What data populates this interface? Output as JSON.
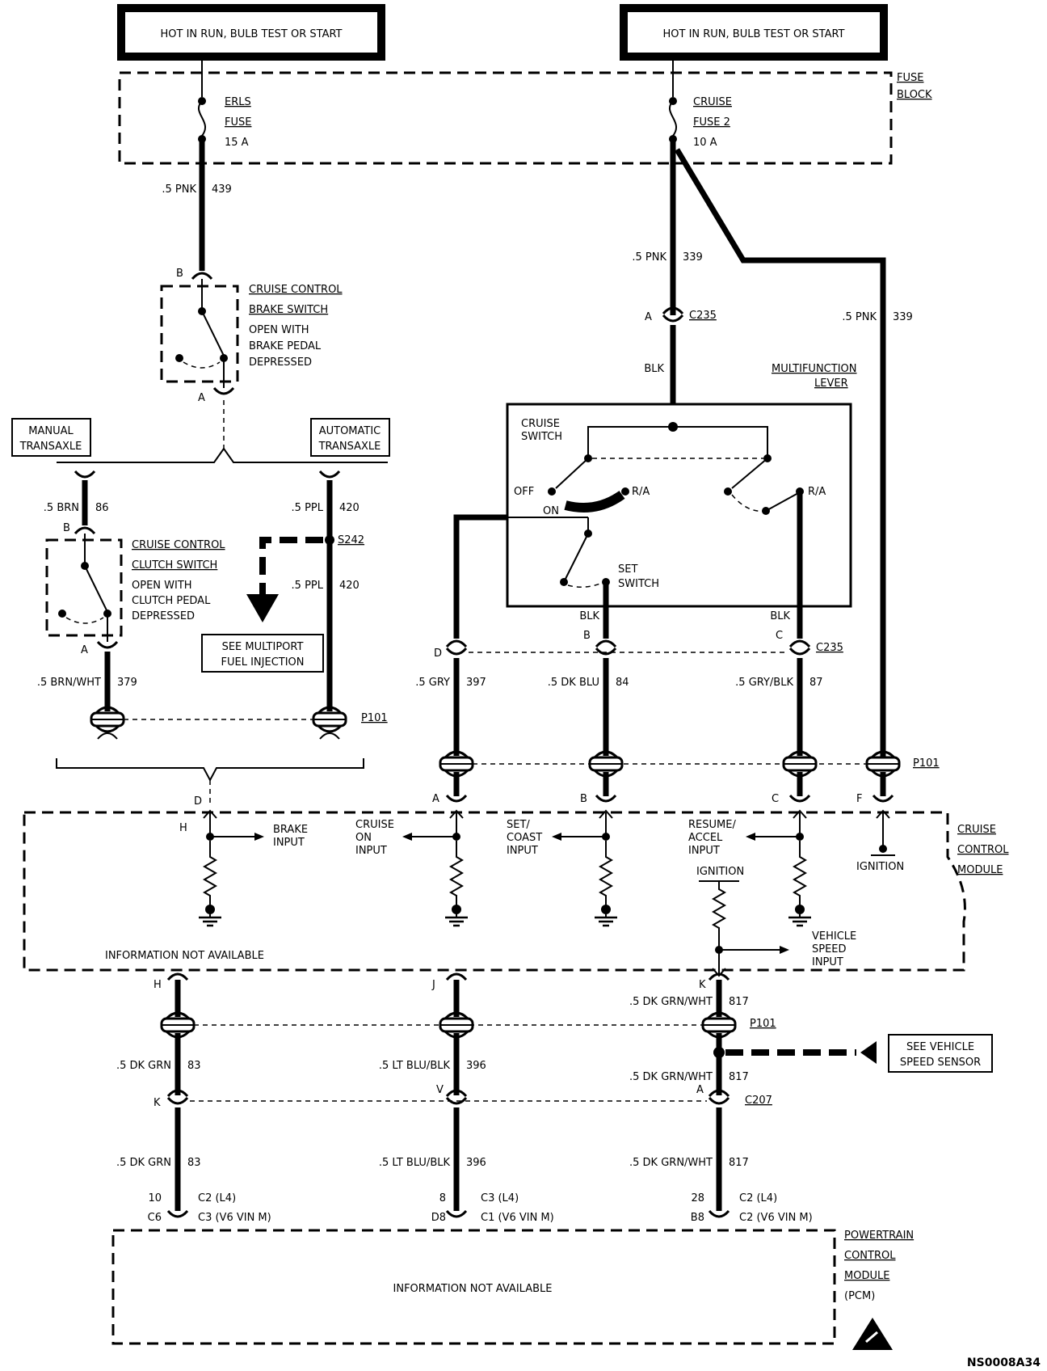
{
  "power": {
    "left_label": "HOT IN RUN, BULB TEST OR START",
    "right_label": "HOT IN RUN, BULB TEST OR START"
  },
  "fuse_block": {
    "label": [
      "FUSE",
      "BLOCK"
    ],
    "erls": [
      "ERLS",
      "FUSE",
      "15 A"
    ],
    "cruise": [
      "CRUISE",
      "FUSE 2",
      "10 A"
    ]
  },
  "wires": {
    "pnk439": [
      ".5 PNK",
      "439"
    ],
    "pnk339a": [
      ".5 PNK",
      "339"
    ],
    "pnk339b": [
      ".5 PNK",
      "339"
    ],
    "blk_top": "BLK",
    "brn86": [
      ".5 BRN",
      "86"
    ],
    "ppl420a": [
      ".5 PPL",
      "420"
    ],
    "ppl420b": [
      ".5 PPL",
      "420"
    ],
    "brnwht379": [
      ".5 BRN/WHT",
      "379"
    ],
    "gry397": [
      ".5 GRY",
      "397"
    ],
    "dkblu84": [
      ".5 DK BLU",
      "84"
    ],
    "gryblk87": [
      ".5 GRY/BLK",
      "87"
    ],
    "blk_b": "BLK",
    "blk_c": "BLK",
    "dkgrn83a": [
      ".5 DK GRN",
      "83"
    ],
    "dkgrn83b": [
      ".5 DK GRN",
      "83"
    ],
    "ltblu396a": [
      ".5 LT BLU/BLK",
      "396"
    ],
    "ltblu396b": [
      ".5 LT BLU/BLK",
      "396"
    ],
    "dkgrnwht817a": [
      ".5 DK GRN/WHT",
      "817"
    ],
    "dkgrnwht817b": [
      ".5 DK GRN/WHT",
      "817"
    ],
    "dkgrnwht817c": [
      ".5 DK GRN/WHT",
      "817"
    ]
  },
  "connectors": {
    "c235": "C235",
    "c235b": "C235",
    "s242": "S242",
    "p101a": "P101",
    "p101b": "P101",
    "p101c": "P101",
    "c207": "C207"
  },
  "pins": {
    "brake_b": "B",
    "brake_a": "A",
    "clutch_b": "B",
    "clutch_a": "A",
    "c235_a": "A",
    "c235_d": "D",
    "c235_b": "B",
    "c235_c": "C",
    "ccm_d": "D",
    "ccm_h": "H",
    "ccm_a": "A",
    "ccm_b": "B",
    "ccm_c": "C",
    "ccm_f": "F",
    "ccm_bottom_h": "H",
    "ccm_bottom_j": "J",
    "ccm_bottom_k": "K",
    "c207_k": "K",
    "c207_v": "V",
    "c207_a": "A"
  },
  "components": {
    "brake_switch": [
      "CRUISE CONTROL",
      "BRAKE SWITCH",
      "OPEN WITH",
      "BRAKE PEDAL",
      "DEPRESSED"
    ],
    "clutch_switch": [
      "CRUISE CONTROL",
      "CLUTCH SWITCH",
      "OPEN WITH",
      "CLUTCH PEDAL",
      "DEPRESSED"
    ],
    "manual": [
      "MANUAL",
      "TRANSAXLE"
    ],
    "automatic": [
      "AUTOMATIC",
      "TRANSAXLE"
    ],
    "see_mpfi": [
      "SEE MULTIPORT",
      "FUEL INJECTION"
    ],
    "multifunction": [
      "MULTIFUNCTION",
      "LEVER"
    ],
    "cruise_switch": [
      "CRUISE",
      "SWITCH"
    ],
    "off": "OFF",
    "on": "ON",
    "ra1": "R/A",
    "ra2": "R/A",
    "set_switch": [
      "SET",
      "SWITCH"
    ]
  },
  "ccm": {
    "label": [
      "CRUISE",
      "CONTROL",
      "MODULE"
    ],
    "brake_input": [
      "BRAKE",
      "INPUT"
    ],
    "cruise_on_input": [
      "CRUISE",
      "ON",
      "INPUT"
    ],
    "set_coast_input": [
      "SET/",
      "COAST",
      "INPUT"
    ],
    "resume_input": [
      "RESUME/",
      "ACCEL",
      "INPUT"
    ],
    "ignition_inner": "IGNITION",
    "ignition_outer": "IGNITION",
    "vss_input": [
      "VEHICLE",
      "SPEED",
      "INPUT"
    ],
    "info": "INFORMATION NOT AVAILABLE"
  },
  "vss": [
    "SEE VEHICLE",
    "SPEED SENSOR"
  ],
  "pcm_pins": {
    "p1": [
      "10",
      "C6"
    ],
    "p1c": [
      "C2 (L4)",
      "C3 (V6 VIN M)"
    ],
    "p2": [
      "8",
      "D8"
    ],
    "p2c": [
      "C3 (L4)",
      "C1 (V6 VIN M)"
    ],
    "p3": [
      "28",
      "B8"
    ],
    "p3c": [
      "C2 (L4)",
      "C2 (V6 VIN M)"
    ]
  },
  "pcm": {
    "label": [
      "POWERTRAIN",
      "CONTROL",
      "MODULE",
      "(PCM)"
    ],
    "info": "INFORMATION NOT AVAILABLE"
  },
  "figure_id": "NS0008A34"
}
